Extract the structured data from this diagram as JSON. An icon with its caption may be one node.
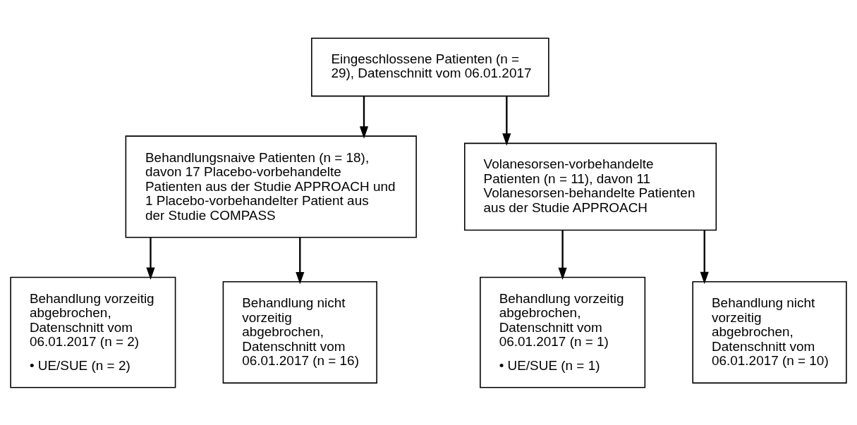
{
  "diagram": {
    "nodes": [
      {
        "text": [
          "Eingeschlossene Patienten (n = 29), Datenschnitt vom 06.01.2017"
        ]
      },
      {
        "text": [
          "Behandlungsnaive Patienten (n = 18), davon 17 Placebo-vorbehandelte Patienten aus der Studie APPROACH und 1 Placebo-vorbehandelter Patient aus der Studie COMPASS"
        ]
      },
      {
        "text": [
          "Volanesorsen-vorbehandelte Patienten (n = 11), davon 11 Volanesorsen-behandelte Patienten aus der Studie APPROACH"
        ]
      },
      {
        "text": [
          "Behandlung vorzeitig abgebrochen, Datenschnitt vom 06.01.2017 (n = 2)",
          "• UE/SUE (n = 2)"
        ]
      },
      {
        "text": [
          "Behandlung nicht vorzeitig abgebrochen, Datenschnitt vom 06.01.2017 (n = 16)"
        ]
      },
      {
        "text": [
          "Behandlung vorzeitig abgebrochen, Datenschnitt vom 06.01.2017 (n = 1)",
          "• UE/SUE (n = 1)"
        ]
      },
      {
        "text": [
          "Behandlung nicht vorzeitig abgebrochen, Datenschnitt vom 06.01.2017 (n = 10)"
        ]
      }
    ],
    "edges": [
      {
        "from": 0,
        "to": 1,
        "arrow": "to"
      },
      {
        "from": 0,
        "to": 2,
        "arrow": "to"
      },
      {
        "from": 1,
        "to": 3,
        "arrow": "to"
      },
      {
        "from": 1,
        "to": 4,
        "arrow": "to"
      },
      {
        "from": 2,
        "to": 5,
        "arrow": "to"
      },
      {
        "from": 2,
        "to": 6,
        "arrow": "to"
      }
    ]
  }
}
